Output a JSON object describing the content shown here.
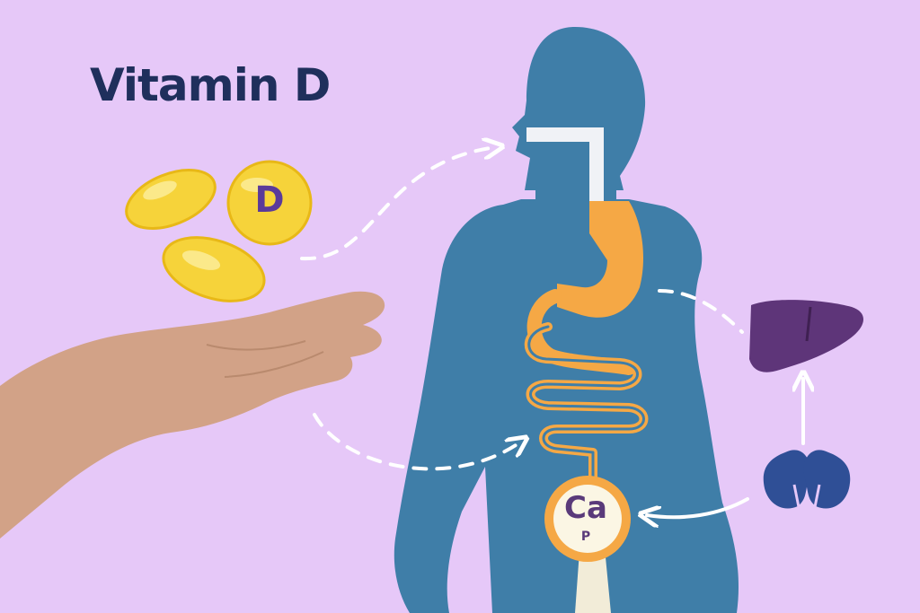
{
  "title": "Vitamin D",
  "supplement": {
    "letter": "D"
  },
  "minerals": {
    "primary": "Ca",
    "secondary": "P"
  },
  "colors": {
    "background": "#e6c8f8",
    "body": "#3f7ea8",
    "digestive_tract": "#f5a845",
    "softgel": "#f6d33a",
    "hand": "#d2a287",
    "liver": "#5e3579",
    "kidneys": "#2f4f96",
    "arrows": "#ffffff",
    "title_text": "#1f2f5c"
  },
  "icons": [
    "softgel-capsule-icon",
    "vitamin-d-coin-icon",
    "open-hand-icon",
    "human-silhouette-icon",
    "stomach-intestine-icon",
    "liver-icon",
    "kidneys-icon",
    "calcium-phosphorus-badge-icon"
  ]
}
